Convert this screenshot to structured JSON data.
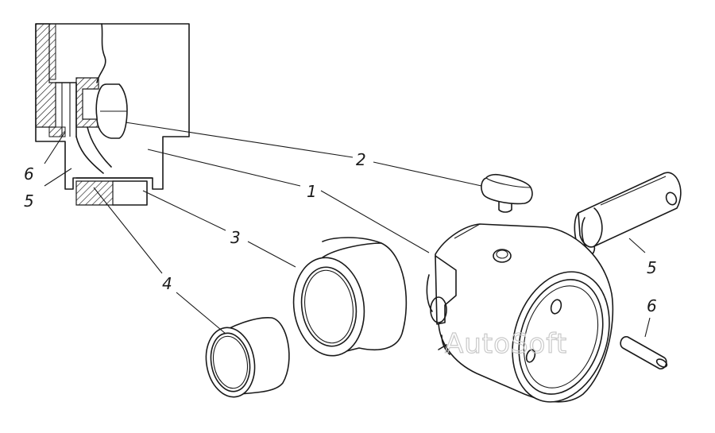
{
  "callouts": {
    "sec_6": "6",
    "sec_5": "5",
    "part_1": "1",
    "part_2": "2",
    "part_3": "3",
    "part_4": "4",
    "part_5": "5",
    "part_6": "6"
  },
  "watermark": "AutoSoft",
  "colors": {
    "ink": "#1a1a1a",
    "hatch": "#1a1a1a",
    "watermark": "#c9c9c9",
    "background": "#ffffff"
  }
}
